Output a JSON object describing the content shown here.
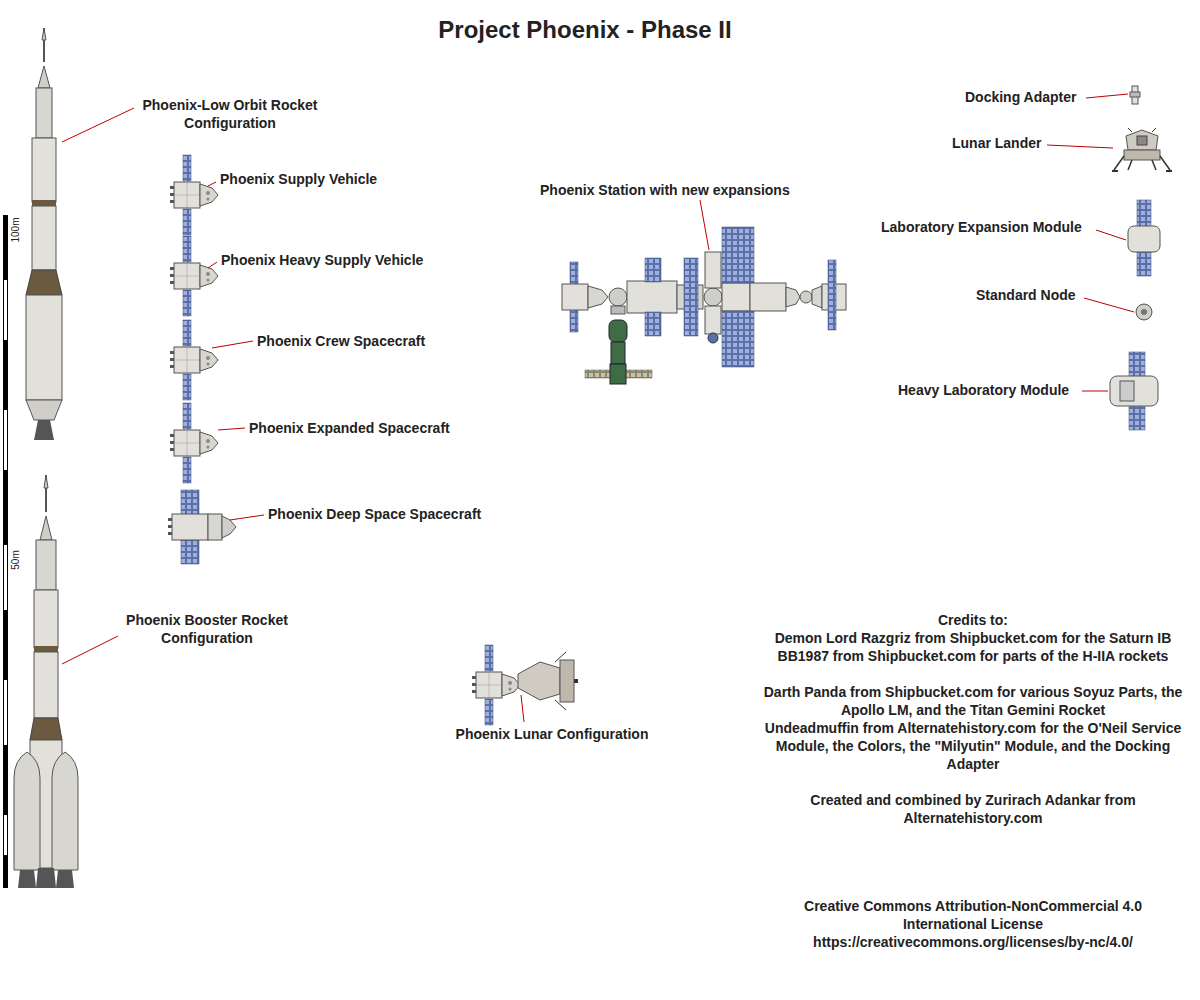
{
  "diagram": {
    "title": "Project Phoenix - Phase II",
    "labels": [
      "Phoenix-Low Orbit Rocket Configuration",
      "Phoenix Supply Vehicle",
      "Phoenix Heavy Supply Vehicle",
      "Phoenix Crew Spacecraft",
      "Phoenix Expanded Spacecraft",
      "Phoenix Deep Space Spacecraft",
      "Phoenix Booster Rocket Configuration",
      "Phoenix Lunar Configuration",
      "Phoenix Station with new expansions",
      "Docking Adapter",
      "Lunar Lander",
      "Laboratory Expansion Module",
      "Standard Node",
      "Heavy Laboratory Module",
      "100m",
      "50m",
      "Credits to:",
      "Demon Lord Razgriz from Shipbucket.com for the Saturn IB",
      "BB1987 from Shipbucket.com for parts of the H-IIA rockets",
      "Darth Panda from Shipbucket.com for various Soyuz Parts, the Apollo LM, and the Titan Gemini Rocket",
      "Undeadmuffin from Alternatehistory.com for the O'Neil Service Module, the Colors, the \"Milyutin\" Module, and the Docking Adapter",
      "Created and combined by Zurirach Adankar from Alternatehistory.com",
      "Creative Commons Attribution-NonCommercial 4.0 International License",
      "https://creativecommons.org/licenses/by-nc/4.0/"
    ]
  }
}
